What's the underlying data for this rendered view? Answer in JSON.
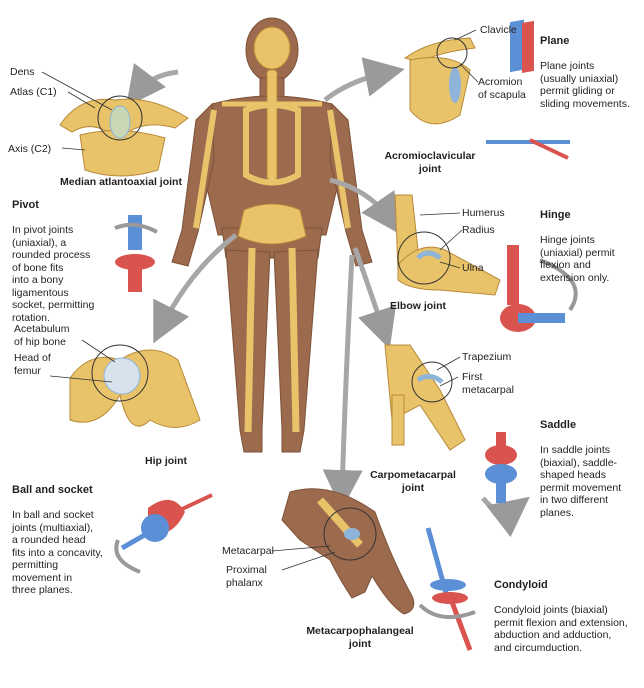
{
  "labels": {
    "dens": "Dens",
    "atlas": "Atlas (C1)",
    "axis": "Axis (C2)",
    "clavicle": "Clavicle",
    "acromion": "Acromion\nof scapula",
    "humerus": "Humerus",
    "radius": "Radius",
    "ulna": "Ulna",
    "acetabulum": "Acetabulum\nof hip bone",
    "head_femur": "Head of\nfemur",
    "trapezium": "Trapezium",
    "first_metacarpal": "First\nmetacarpal",
    "metacarpal": "Metacarpal",
    "proximal_phalanx": "Proximal\nphalanx"
  },
  "joints": {
    "atlantoaxial": "Median atlantoaxial joint",
    "acromioclavicular": "Acromioclavicular\njoint",
    "elbow": "Elbow joint",
    "hip": "Hip joint",
    "carpometacarpal": "Carpometacarpal\njoint",
    "metacarpophalangeal": "Metacarpophalangeal\njoint"
  },
  "types": {
    "plane": {
      "title": "Plane",
      "desc": "Plane joints\n(usually uniaxial)\npermit gliding or\nsliding movements."
    },
    "pivot": {
      "title": "Pivot",
      "desc": "In pivot joints\n(uniaxial), a\nrounded process\nof bone fits\ninto a bony\nligamentous\nsocket, permitting\nrotation."
    },
    "hinge": {
      "title": "Hinge",
      "desc": "Hinge joints\n(uniaxial) permit\nflexion and\nextension only."
    },
    "saddle": {
      "title": "Saddle",
      "desc": "In saddle joints\n(biaxial), saddle-\nshaped heads\npermit movement\nin two different\nplanes."
    },
    "ball": {
      "title": "Ball and socket",
      "desc": "In ball and socket\njoints (multiaxial),\na rounded head\nfits into a concavity,\npermitting\nmovement in\nthree planes."
    },
    "condyloid": {
      "title": "Condyloid",
      "desc": "Condyloid joints (biaxial)\npermit flexion and extension,\nabduction and adduction,\nand circumduction."
    }
  },
  "colors": {
    "bone": "#e8c36a",
    "bone_dark": "#c79a3c",
    "skin": "#9c6b4e",
    "cartilage": "#8fb4d9",
    "red": "#d9534f",
    "blue": "#5b8fd6",
    "arrow": "#9a9a9a"
  }
}
